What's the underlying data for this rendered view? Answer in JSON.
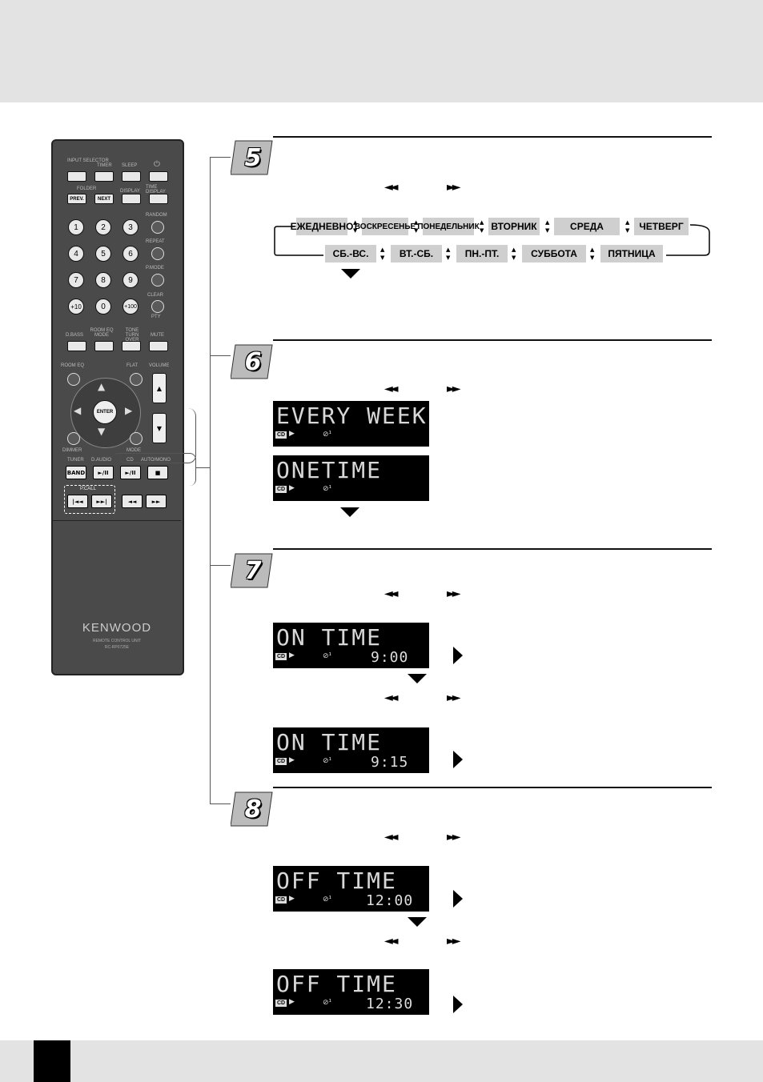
{
  "step_numbers": [
    "5",
    "6",
    "7",
    "8"
  ],
  "days_top": [
    "ЕЖЕДНЕВНО",
    "ВОСКРЕСЕНЬЕ",
    "ПОНЕДЕЛЬНИК",
    "ВТОРНИК",
    "СРЕДА",
    "ЧЕТВЕРГ"
  ],
  "days_bottom": [
    "СБ.-ВС.",
    "ВТ.-СБ.",
    "ПН.-ПТ.",
    "СУББОТА",
    "ПЯТНИЦА"
  ],
  "lcd": {
    "every_week": "EVERY WEEK",
    "onetime": "ONETIME",
    "on_time": "ON TIME",
    "off_time": "OFF TIME",
    "cd_icon": "CD",
    "play_arrow": "▶",
    "clock": "⊘¹",
    "on_time_1": "9:00",
    "on_time_2": "9:15",
    "off_time_1": "12:00",
    "off_time_2": "12:30"
  },
  "skip": {
    "back": "◄◄",
    "fwd": "►►"
  },
  "remote": {
    "row1_labels": [
      "INPUT SELECTOR",
      "TIMER",
      "SLEEP",
      "⏻"
    ],
    "folder_label": "FOLDER",
    "prev": "PREV.",
    "next": "NEXT",
    "display": "DISPLAY",
    "time_display": "TIME DISPLAY",
    "numbers": [
      "1",
      "2",
      "3",
      "4",
      "5",
      "6",
      "7",
      "8",
      "9",
      "+10",
      "0",
      "+100"
    ],
    "side_labels": [
      "RANDOM",
      "REPEAT",
      "P.MODE",
      "CLEAR",
      "PTY"
    ],
    "tone_labels": [
      "D.BASS",
      "ROOM EQ MODE",
      "TONE TURN OVER",
      "MUTE"
    ],
    "nav_labels": [
      "ROOM EQ",
      "FLAT",
      "VOLUME",
      "DIMMER",
      "MODE"
    ],
    "enter": "ENTER",
    "source_labels": [
      "TUNER",
      "D.AUDIO",
      "CD",
      "AUTO/MONO"
    ],
    "band": "BAND",
    "play_pause": "►/II",
    "stop": "■",
    "pcall": "P.CALL",
    "brand": "KENWOOD",
    "unit": "REMOTE CONTROL UNIT",
    "model": "RC-RP0725E"
  }
}
